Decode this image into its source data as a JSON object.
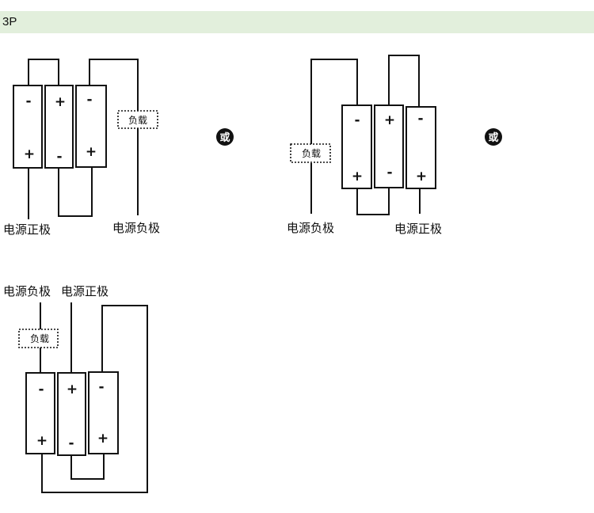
{
  "header": {
    "title": "3P"
  },
  "separator": "或",
  "diagrams": [
    {
      "batteries": [
        {
          "top": "-",
          "bottom": "+"
        },
        {
          "top": "+",
          "bottom": "-"
        },
        {
          "top": "-",
          "bottom": "+"
        }
      ],
      "load": "负载",
      "positive_label": "电源正极",
      "negative_label": "电源负极"
    },
    {
      "batteries": [
        {
          "top": "-",
          "bottom": "+"
        },
        {
          "top": "+",
          "bottom": "-"
        },
        {
          "top": "-",
          "bottom": "+"
        }
      ],
      "load": "负载",
      "negative_label": "电源负极",
      "positive_label": "电源正极"
    },
    {
      "batteries": [
        {
          "top": "-",
          "bottom": "+"
        },
        {
          "top": "+",
          "bottom": "-"
        },
        {
          "top": "-",
          "bottom": "+"
        }
      ],
      "load": "负载",
      "negative_label": "电源负极",
      "positive_label": "电源正极"
    }
  ]
}
